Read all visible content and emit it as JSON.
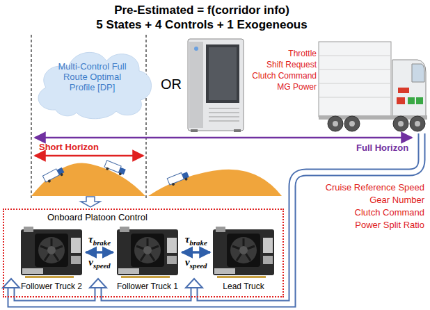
{
  "diagram": {
    "title": "Pre-Estimated = f(corridor info)",
    "nodes": [
      {
        "text": [
          "Multi-Control Full Route Optimal Profile [DP]"
        ]
      },
      {
        "text": [
          "Onboard Platoon Control"
        ]
      },
      {
        "text": [
          "Follower Truck 2"
        ],
        "in": 1
      },
      {
        "text": [
          "Follower Truck 1"
        ],
        "in": 1
      },
      {
        "text": [
          "Lead Truck"
        ],
        "in": 1
      }
    ],
    "edges": [
      {
        "from": 2,
        "to": 3,
        "arrow": "both",
        "label": "τbrake"
      },
      {
        "from": 3,
        "to": 4,
        "arrow": "both",
        "label": "τbrake"
      }
    ],
    "labels": [
      "5 States + 4 Controls + 1 Exogeneous",
      "OR",
      "Throttle",
      "Shift Request",
      "Clutch Command",
      "MG Power",
      "Full Horizon",
      "Short Horizon",
      "Cruise Reference Speed",
      "Gear Number",
      "Clutch Command",
      "Power Split Ratio",
      "vspeed",
      "vspeed"
    ]
  }
}
